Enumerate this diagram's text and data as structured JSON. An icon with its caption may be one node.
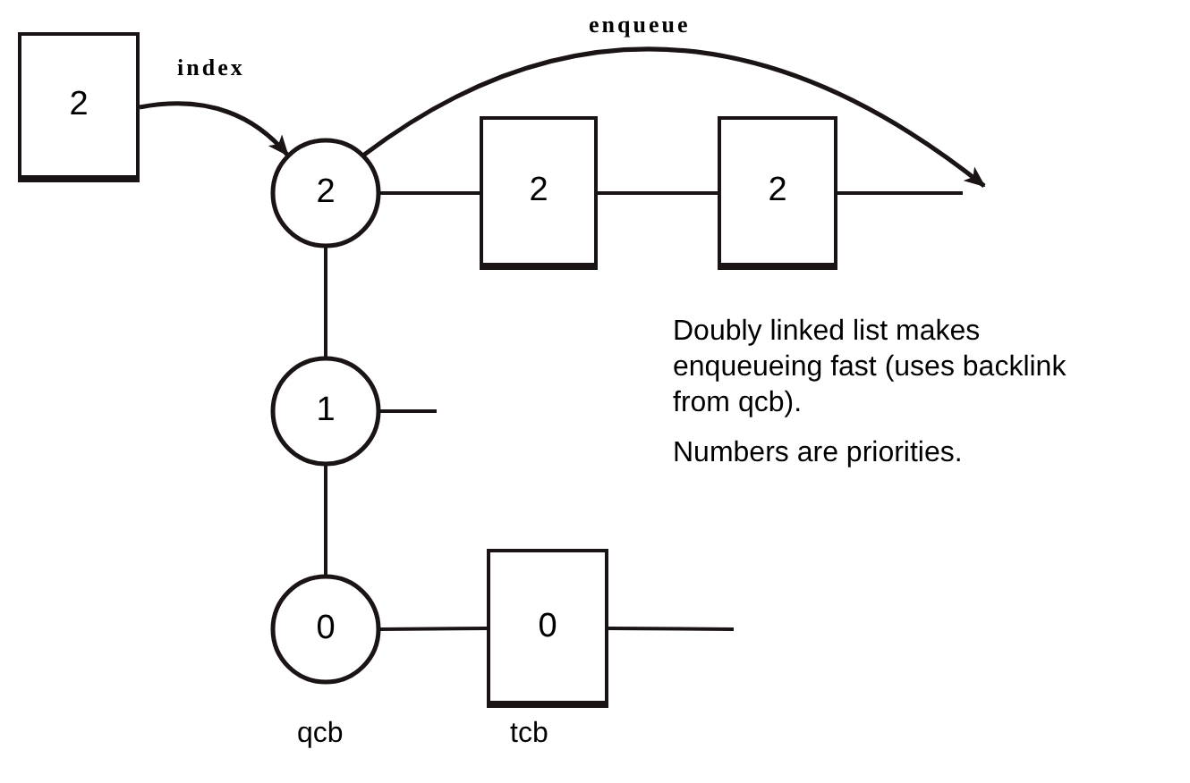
{
  "diagram": {
    "nodes": [
      {
        "text": [
          "2"
        ]
      },
      {
        "text": [
          "2"
        ]
      },
      {
        "text": [
          "2"
        ]
      },
      {
        "text": [
          "2"
        ]
      },
      {
        "text": [
          "1"
        ]
      },
      {
        "text": [
          "0"
        ]
      },
      {
        "text": [
          "0"
        ]
      }
    ],
    "edges": [
      {
        "from": 0,
        "to": 1,
        "arrow": "to",
        "label": "index"
      },
      {
        "from": 1,
        "to": null,
        "arrow": "to",
        "label": "enqueue"
      },
      {
        "from": 1,
        "to": 2,
        "arrow": "none"
      },
      {
        "from": 2,
        "to": 3,
        "arrow": "none"
      },
      {
        "from": 3,
        "to": null,
        "arrow": "none"
      },
      {
        "from": 1,
        "to": 4,
        "arrow": "none"
      },
      {
        "from": 4,
        "to": null,
        "arrow": "none"
      },
      {
        "from": 4,
        "to": 5,
        "arrow": "none"
      },
      {
        "from": 5,
        "to": 6,
        "arrow": "none"
      },
      {
        "from": 6,
        "to": null,
        "arrow": "none"
      }
    ],
    "labels": [
      "Doubly linked list makes enqueueing fast (uses backlink from qcb).",
      "Numbers are priorities.",
      "qcb",
      "tcb"
    ]
  }
}
